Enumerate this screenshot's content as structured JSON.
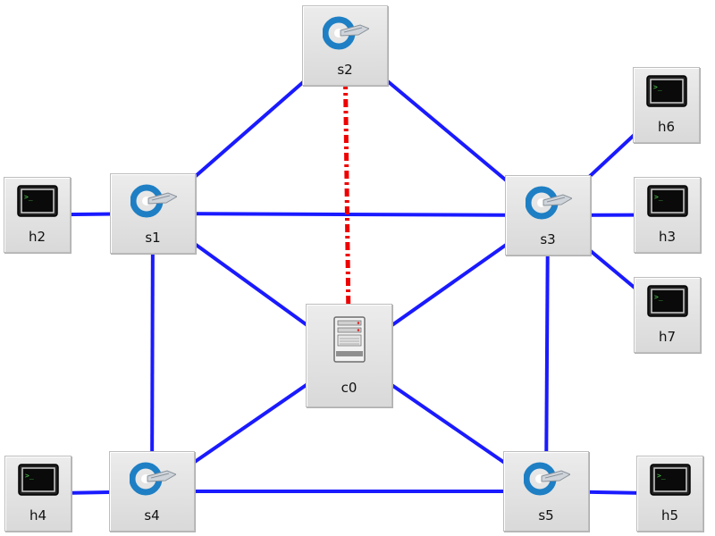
{
  "diagram": {
    "colors": {
      "link": "#1a1aff",
      "control_link": "#ee0000",
      "node_face": "#dcdcdc",
      "switch_icon": "#1e7fc4",
      "terminal_screen": "#0a0a0a"
    },
    "nodes": [
      {
        "id": "s1",
        "label": "s1",
        "type": "switch",
        "icon": "switch-icon"
      },
      {
        "id": "s2",
        "label": "s2",
        "type": "switch",
        "icon": "switch-icon"
      },
      {
        "id": "s3",
        "label": "s3",
        "type": "switch",
        "icon": "switch-icon"
      },
      {
        "id": "s4",
        "label": "s4",
        "type": "switch",
        "icon": "switch-icon"
      },
      {
        "id": "s5",
        "label": "s5",
        "type": "switch",
        "icon": "switch-icon"
      },
      {
        "id": "c0",
        "label": "c0",
        "type": "controller",
        "icon": "server-icon"
      },
      {
        "id": "h2",
        "label": "h2",
        "type": "host",
        "icon": "terminal-icon"
      },
      {
        "id": "h3",
        "label": "h3",
        "type": "host",
        "icon": "terminal-icon"
      },
      {
        "id": "h4",
        "label": "h4",
        "type": "host",
        "icon": "terminal-icon"
      },
      {
        "id": "h5",
        "label": "h5",
        "type": "host",
        "icon": "terminal-icon"
      },
      {
        "id": "h6",
        "label": "h6",
        "type": "host",
        "icon": "terminal-icon"
      },
      {
        "id": "h7",
        "label": "h7",
        "type": "host",
        "icon": "terminal-icon"
      }
    ],
    "links": [
      {
        "from": "s1",
        "to": "s2",
        "kind": "data"
      },
      {
        "from": "s2",
        "to": "s3",
        "kind": "data"
      },
      {
        "from": "s1",
        "to": "s3",
        "kind": "data"
      },
      {
        "from": "s1",
        "to": "s4",
        "kind": "data"
      },
      {
        "from": "s3",
        "to": "s5",
        "kind": "data"
      },
      {
        "from": "s4",
        "to": "s5",
        "kind": "data"
      },
      {
        "from": "s1",
        "to": "c0",
        "kind": "data"
      },
      {
        "from": "s3",
        "to": "c0",
        "kind": "data"
      },
      {
        "from": "s4",
        "to": "c0",
        "kind": "data"
      },
      {
        "from": "s5",
        "to": "c0",
        "kind": "data"
      },
      {
        "from": "s2",
        "to": "c0",
        "kind": "control"
      },
      {
        "from": "h2",
        "to": "s1",
        "kind": "data"
      },
      {
        "from": "h4",
        "to": "s4",
        "kind": "data"
      },
      {
        "from": "h6",
        "to": "s3",
        "kind": "data"
      },
      {
        "from": "h3",
        "to": "s3",
        "kind": "data"
      },
      {
        "from": "h7",
        "to": "s3",
        "kind": "data"
      },
      {
        "from": "h5",
        "to": "s5",
        "kind": "data"
      }
    ]
  }
}
